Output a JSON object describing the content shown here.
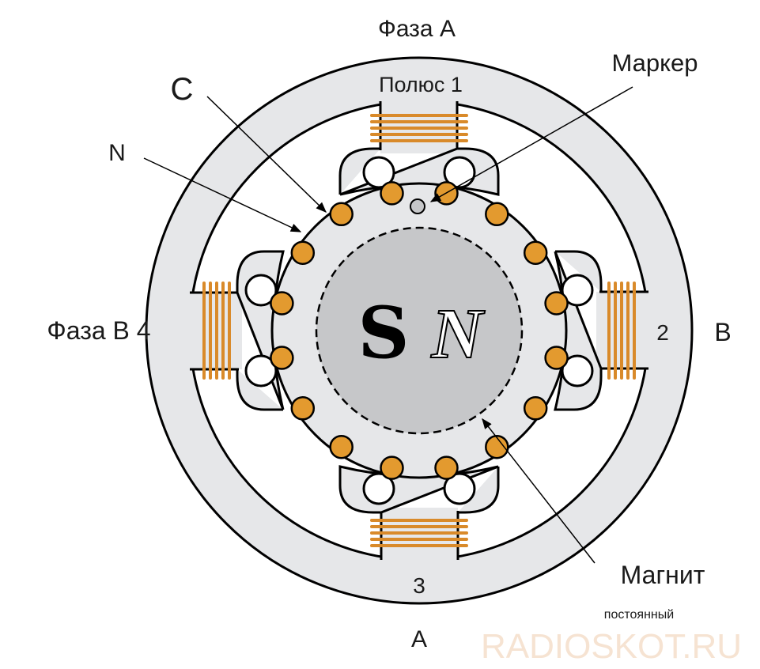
{
  "labels": {
    "phase_a_top": "Фаза А",
    "pole_1": "Полюс 1",
    "marker": "Маркер",
    "c": "C",
    "n": "N",
    "phase_b_4": "Фаза В 4",
    "pole_2": "2",
    "b": "B",
    "pole_3": "3",
    "a_bottom": "A",
    "magnet": "Магнит",
    "permanent": "постоянный",
    "rotor_n": "N",
    "rotor_s": "S"
  },
  "watermark": "RADIOSKOT.RU",
  "colors": {
    "stator": "#e6e7e9",
    "magnet": "#c6c7c9",
    "tooth": "#e39a2f",
    "coil": "#d98a2a",
    "watermark": "#f6e3d2"
  },
  "rotor_teeth_count": 16,
  "stator_poles_count": 4
}
